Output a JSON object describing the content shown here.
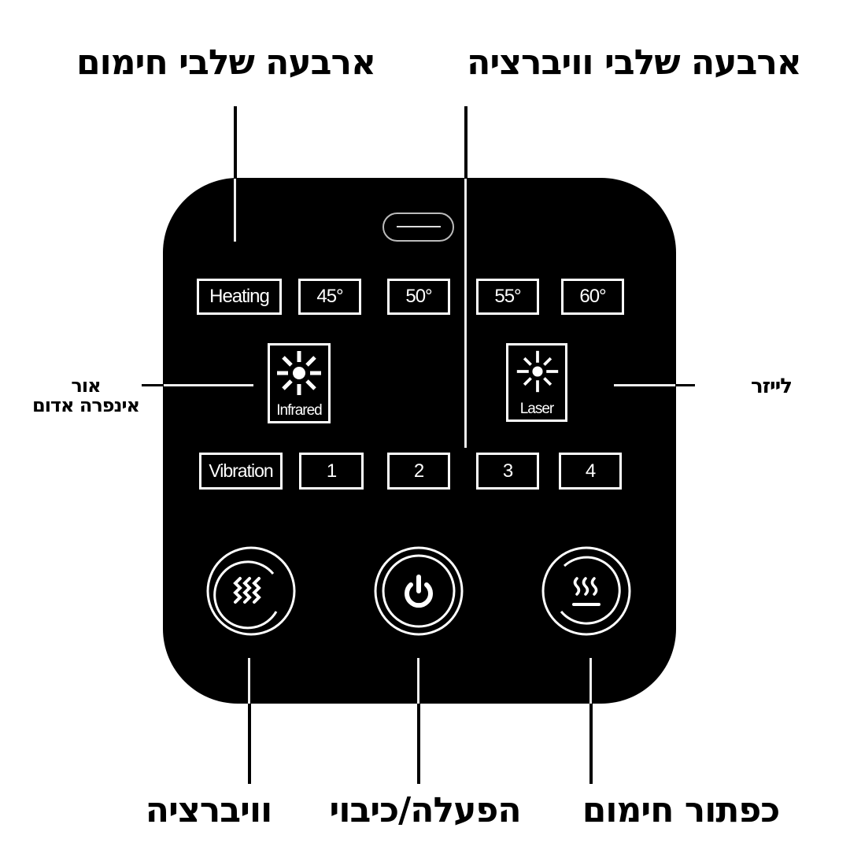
{
  "annotations": {
    "top_left": "ארבעה שלבי חימום",
    "top_right": "ארבעה שלבי וויברציה",
    "left_line1": "אור",
    "left_line2": "אינפרה אדום",
    "right": "לייזר",
    "bottom_left": "וויברציה",
    "bottom_center": "הפעלה/כיבוי",
    "bottom_right": "כפתור חימום"
  },
  "panel": {
    "heating_row": {
      "label": "Heating",
      "levels": [
        "45°",
        "50°",
        "55°",
        "60°"
      ]
    },
    "infrared": {
      "label": "Infrared",
      "icon": "sun-icon"
    },
    "laser": {
      "label": "Laser",
      "icon": "sun-icon"
    },
    "vibration_row": {
      "label": "Vibration",
      "levels": [
        "1",
        "2",
        "3",
        "4"
      ]
    },
    "buttons": [
      {
        "name": "vibration-button",
        "icon": "vibration-waves-icon"
      },
      {
        "name": "power-button",
        "icon": "power-icon"
      },
      {
        "name": "heating-button",
        "icon": "heat-icon"
      }
    ]
  },
  "colors": {
    "panel": "#000000",
    "foreground": "#ffffff",
    "background": "#ffffff"
  }
}
